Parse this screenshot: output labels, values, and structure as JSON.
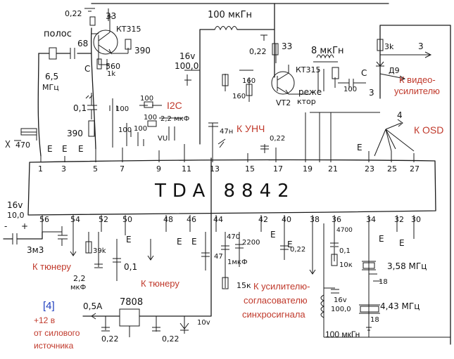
{
  "ic_label": "TDA 8842",
  "pins_top": [
    "1",
    "3",
    "5",
    "7",
    "9",
    "11",
    "13",
    "15",
    "17",
    "19",
    "21",
    "23",
    "25",
    "27"
  ],
  "pins_bottom": [
    "56",
    "54",
    "52",
    "50",
    "48",
    "46",
    "44",
    "42",
    "40",
    "38",
    "36",
    "34",
    "32",
    "30"
  ],
  "pin_e": "E",
  "components": {
    "c_022_top": "0,22",
    "r33_top": "33",
    "q_top": "КТ315",
    "r390_right": "390",
    "c68": "68",
    "r560": "560",
    "r1k": "1k",
    "node_c": "C",
    "filter_label_1": "полос",
    "filter_label_2": "6,5",
    "filter_label_3": "МГц",
    "r470": "470",
    "c01_left": "0,1",
    "r390_left": "390",
    "c100_a": "100",
    "c100_b": "100",
    "c100_c": "100",
    "r100_a": "100",
    "r100_b": "100",
    "c22_mkf": "2,2 мкФ",
    "vu_label": "VU",
    "c16v": "16v",
    "c100_0": "100,0",
    "c47n": "47н",
    "c022_pin17": "0,22",
    "l100_top": "100 мкГн",
    "c022_mid": "0,22",
    "r33_mid": "33",
    "r160_a": "160",
    "r160_b": "160",
    "q_mid": "КТ315",
    "vt2": "VT2",
    "l8": "8 мкГн",
    "reje1": "реже",
    "reje2": "ктор",
    "r100_out": "100",
    "node_c2": "C",
    "r3k": "3k",
    "d9": "Д9",
    "num3a": "3",
    "num3b": "3",
    "num4": "4",
    "left_16v": "16v",
    "left_10": "10,0",
    "left_3m3": "3м3",
    "r39k": "39k",
    "c22_left": "2,2",
    "mkf_left": "мкФ",
    "c01_b": "0,1",
    "c47_b": "47",
    "c470": "470",
    "c2200": "2200",
    "c1mkf": "1мкФ",
    "r15k": "15к",
    "c022_b": "0,22",
    "c4700": "4700",
    "c01_c": "0,1",
    "r10k": "10к",
    "c16v_b": "16v",
    "c100_0_b": "100,0",
    "xtal1": "3,58 МГц",
    "c18_a": "18",
    "xtal2": "4,43 МГц",
    "c18_b": "18",
    "l100_bot": "100 мкГн",
    "reg_fuse": "0,5А",
    "reg_name": "7808",
    "c022_r1": "0,22",
    "c022_r2": "0,22",
    "c10v": "10v",
    "plus": "+",
    "minus": "-"
  },
  "annotations": {
    "i2c": "I2C",
    "unch": "К УНЧ",
    "video1": "К видео-",
    "video2": "усилителю",
    "osd": "К OSD",
    "tuner1": "К тюнеру",
    "tuner2": "К тюнеру",
    "sync1": "К усилителю-",
    "sync2": "согласователю",
    "sync3": "синхросигнала",
    "ref": "[4]",
    "pwr1": "+12 в",
    "pwr2": "от силового",
    "pwr3": "источника"
  },
  "colors": {
    "annotation": "#c0392b",
    "reference": "#1f3fbf",
    "ink": "#111111"
  }
}
